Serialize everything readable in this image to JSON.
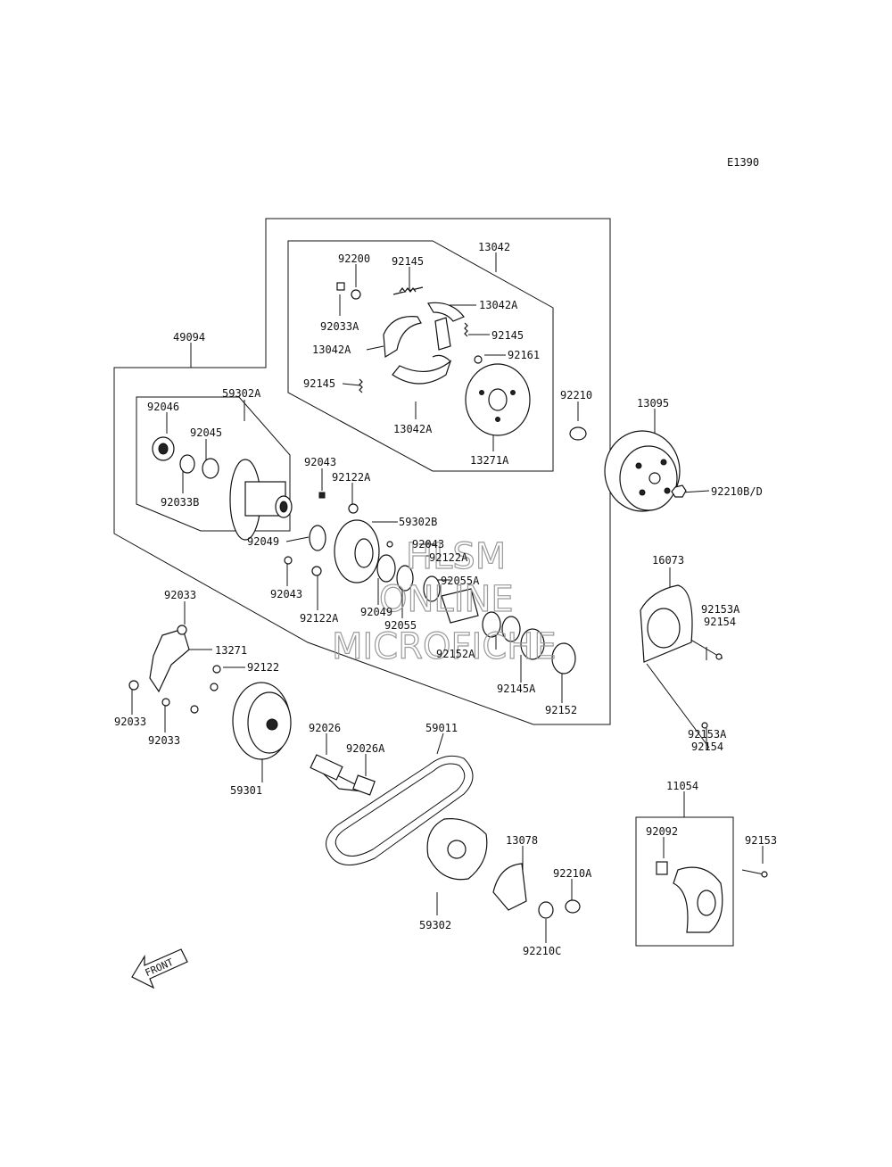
{
  "diagram_code": "E1390",
  "watermark": {
    "line1": "HLSM",
    "line2": "ONLINE",
    "line3": "MICROFICHE"
  },
  "front_label": "FRONT",
  "labels": {
    "p13042": "13042",
    "p92200": "92200",
    "p92145_top": "92145",
    "p13042A_1": "13042A",
    "p92033A": "92033A",
    "p13042A_2": "13042A",
    "p92145_r": "92145",
    "p92161": "92161",
    "p92145_l": "92145",
    "p13042A_3": "13042A",
    "p13271A": "13271A",
    "p49094": "49094",
    "p92210": "92210",
    "p13095": "13095",
    "p59302A": "59302A",
    "p92046": "92046",
    "p92045": "92045",
    "p92033B": "92033B",
    "p92043_a": "92043",
    "p92122A_a": "92122A",
    "p92210BD": "92210B/D",
    "p59302B": "59302B",
    "p92049_a": "92049",
    "p92043_b": "92043",
    "p92122A_b": "92122A",
    "p92055A": "92055A",
    "p92043_c": "92043",
    "p92122A_c": "92122A",
    "p92049_b": "92049",
    "p92055": "92055",
    "p16073": "16073",
    "p92153A_a": "92153A",
    "p92154_a": "92154",
    "p92152A": "92152A",
    "p92145A": "92145A",
    "p92152": "92152",
    "p92153A_b": "92153A",
    "p92154_b": "92154",
    "p92033_a": "92033",
    "p13271": "13271",
    "p92122": "92122",
    "p92033_b": "92033",
    "p92033_c": "92033",
    "p92026": "92026",
    "p92026A": "92026A",
    "p59011": "59011",
    "p59301": "59301",
    "p11054": "11054",
    "p92092": "92092",
    "p92153": "92153",
    "p13078": "13078",
    "p92210A": "92210A",
    "p59302": "59302",
    "p92210C": "92210C"
  }
}
